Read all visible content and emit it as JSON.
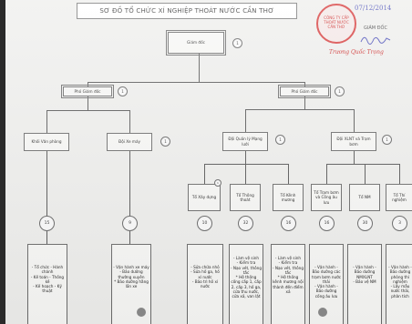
{
  "title": "SƠ ĐỒ TỔ CHỨC XÍ NGHIỆP THOÁT NƯỚC CẦN THƠ",
  "signature": {
    "seal_text": "CÔNG TY CẤP THOÁT NƯỚC CẦN THƠ",
    "date": "07/12/2014",
    "role": "GIÁM ĐỐC",
    "name": "Trương Quốc Trọng"
  },
  "colors": {
    "paper": "#efefed",
    "border": "#6a6a6a",
    "seal": "#d63a3a",
    "ink": "#4a4fb8"
  },
  "nodes": {
    "giam_doc": {
      "label": "Giám đốc",
      "num": "1"
    },
    "pgd_left": {
      "label": "Phó Giám đốc",
      "num": "1"
    },
    "pgd_right": {
      "label": "Phó Giám đốc",
      "num": "1"
    },
    "khoi_vp": {
      "label": "Khối Văn phòng"
    },
    "doi_xe": {
      "label": "Đội Xe máy",
      "num": "1"
    },
    "doi_qly": {
      "label": "Đội Quản lý Mạng lưới",
      "num": "1"
    },
    "doi_xlnt": {
      "label": "Đội XLNT và Trạm bơm",
      "num": "1"
    }
  },
  "teams": [
    {
      "label": "Tổ Xây dựng",
      "count": "10"
    },
    {
      "label": "Tổ Thông thoát",
      "count": "32"
    },
    {
      "label": "Tổ Kênh mương",
      "count": "16"
    },
    {
      "label": "Tổ Trạm bơm và Cống âu lưu",
      "count": "16"
    },
    {
      "label": "Tổ NM",
      "count": "30"
    },
    {
      "label": "Tổ Thí nghiệm",
      "count": "3"
    }
  ],
  "left_counts": {
    "khoi_vp": "15",
    "doi_xe": "9"
  },
  "duties": {
    "khoi_vp": "- Tổ chức - Hành chánh\n- Kế toán - Thống kê\n- Kế hoạch - Kỹ thuật",
    "doi_xe": "- Vận hành xe máy\n- Bảo dưỡng thường xuyên\n* Bảo dưỡng hằng lần xe",
    "team0": "- Sửa chữa nhỏ\n- Sửa hố ga, hố xí nước\n- Bảo trì hố xí nước",
    "team1": "- Làm vệ sinh\n- Kiểm tra\n- Nạo vét, thông tắc\n* Hệ thống cống cấp 1, cấp 2, cấp 3, hố ga, cửa thu nước, cửa xả, van lật",
    "team2": "- Làm vệ sinh\n- Kiểm tra\n- Nạo vét, thông tắc\n* Hệ thống kênh mương nội thành đến điểm xả",
    "team3": "- Vận hành - Bảo dưỡng các trạm bơm nước thải\n- Vận hành - Bảo dưỡng cống âu lưu",
    "team4": "- Vận hành - Bảo dưỡng NMXLNT\n- Bảo vệ NM",
    "team5": "- Vận hành - Bảo dưỡng phòng thí nghiệm\n- Lấy mẫu nước thải, phân tích"
  }
}
